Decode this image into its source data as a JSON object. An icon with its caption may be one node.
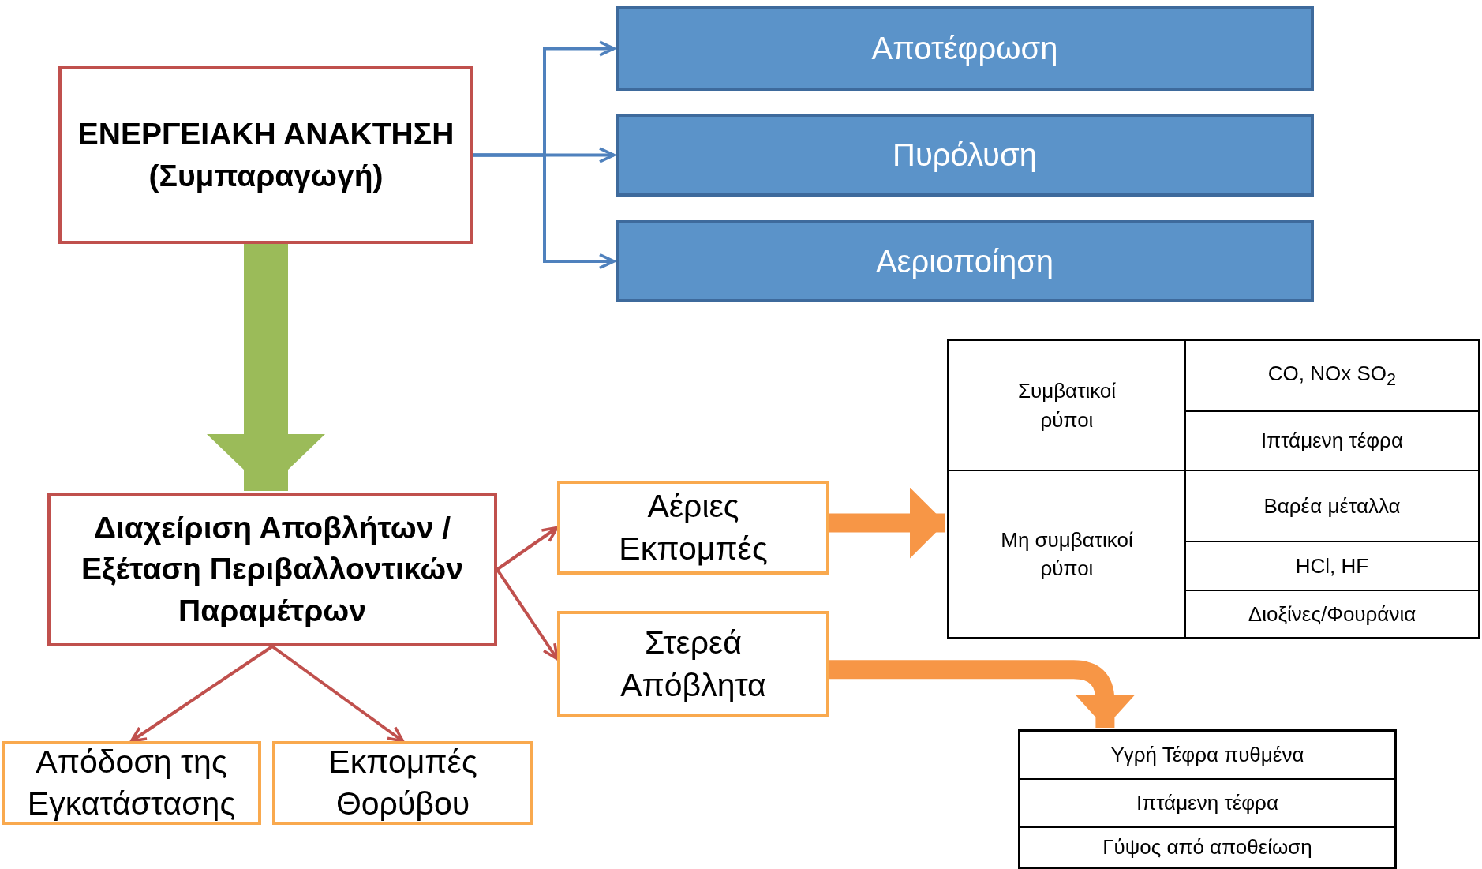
{
  "diagram": {
    "nodes": [
      {
        "text": [
          "ΕΝΕΡΓΕΙΑΚΗ ΑΝΑΚΤΗΣΗ",
          "(Συμπαραγωγή)"
        ]
      },
      {
        "text": [
          "Αποτέφρωση"
        ]
      },
      {
        "text": [
          "Πυρόλυση"
        ]
      },
      {
        "text": [
          "Αεριοποίηση"
        ]
      },
      {
        "text": [
          "Διαχείριση Αποβλήτων / Εξέταση Περιβαλλοντικών Παραμέτρων"
        ]
      },
      {
        "text": [
          "Αέριες Εκπομπές"
        ]
      },
      {
        "text": [
          "Στερεά Απόβλητα"
        ]
      },
      {
        "text": [
          "Απόδοση της Εγκατάστασης"
        ]
      },
      {
        "text": [
          "Εκπομπές Θορύβου"
        ]
      },
      {
        "text": [],
        "shape": "box"
      },
      {
        "text": [
          "Συμβατικοί ρύποι"
        ],
        "in": 9
      },
      {
        "text": [
          "CO, NOx SO$_{2}$"
        ],
        "in": 9
      },
      {
        "text": [
          "Ιπτάμενη τέφρα"
        ],
        "in": 9
      },
      {
        "text": [
          "Μη συμβατικοί ρύποι"
        ],
        "in": 9
      },
      {
        "text": [
          "Βαρέα μέταλλα"
        ],
        "in": 9
      },
      {
        "text": [
          "HCl, HF"
        ],
        "in": 9
      },
      {
        "text": [
          "Διοξίνες/Φουράνια"
        ],
        "in": 9
      },
      {
        "text": [],
        "shape": "box"
      },
      {
        "text": [
          "Υγρή Τέφρα πυθμένα"
        ],
        "in": 17
      },
      {
        "text": [
          "Ιπτάμενη τέφρα"
        ],
        "in": 17
      },
      {
        "text": [
          "Γύψος από αποθείωση"
        ],
        "in": 17
      }
    ],
    "edges": [
      {
        "from": 0,
        "to": 1,
        "arrow": "to",
        "color": "#4f81bd"
      },
      {
        "from": 0,
        "to": 2,
        "arrow": "to",
        "color": "#4f81bd"
      },
      {
        "from": 0,
        "to": 3,
        "arrow": "to",
        "color": "#4f81bd"
      },
      {
        "from": 0,
        "to": 4,
        "arrow": "to",
        "style": "thick",
        "color": "#9bbb59"
      },
      {
        "from": 4,
        "to": 5,
        "arrow": "to"
      },
      {
        "from": 4,
        "to": 6,
        "arrow": "to"
      },
      {
        "from": 4,
        "to": 7,
        "arrow": "to"
      },
      {
        "from": 4,
        "to": 8,
        "arrow": "to"
      },
      {
        "from": 5,
        "to": 9,
        "arrow": "to",
        "style": "thick",
        "color": "#f79646"
      },
      {
        "from": 6,
        "to": 17,
        "arrow": "to",
        "style": "thick",
        "color": "#f79646"
      }
    ]
  }
}
